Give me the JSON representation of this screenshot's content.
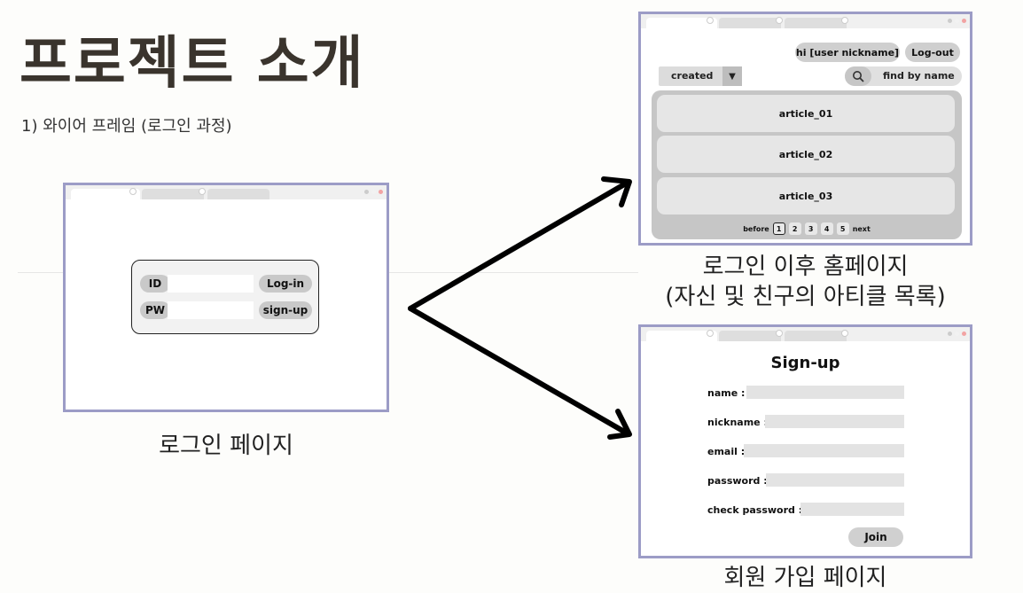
{
  "title": "프로젝트 소개",
  "subtitle": "1) 와이어 프레임 (로그인 과정)",
  "login_page": {
    "caption": "로그인 페이지",
    "id_label": "ID",
    "pw_label": "PW",
    "login_button": "Log-in",
    "signup_button": "sign-up"
  },
  "home_page": {
    "caption_line1": "로그인 이후 홈페이지",
    "caption_line2": "(자신 및 친구의 아티클 목록)",
    "greeting": "hi [user nickname]",
    "logout_button": "Log-out",
    "sort_select": "created",
    "search_placeholder": "find by name",
    "articles": [
      "article_01",
      "article_02",
      "article_03"
    ],
    "pager": {
      "before": "before",
      "pages": [
        "1",
        "2",
        "3",
        "4",
        "5"
      ],
      "next": "next"
    }
  },
  "signup_page": {
    "caption": "회원 가입 페이지",
    "title": "Sign-up",
    "fields": [
      "name :",
      "nickname :",
      "email :",
      "password :",
      "check password :"
    ],
    "join_button": "Join"
  },
  "colors": {
    "window_border": "#9c9cc6",
    "pill": "#c9c9c9",
    "title": "#3a342d"
  }
}
